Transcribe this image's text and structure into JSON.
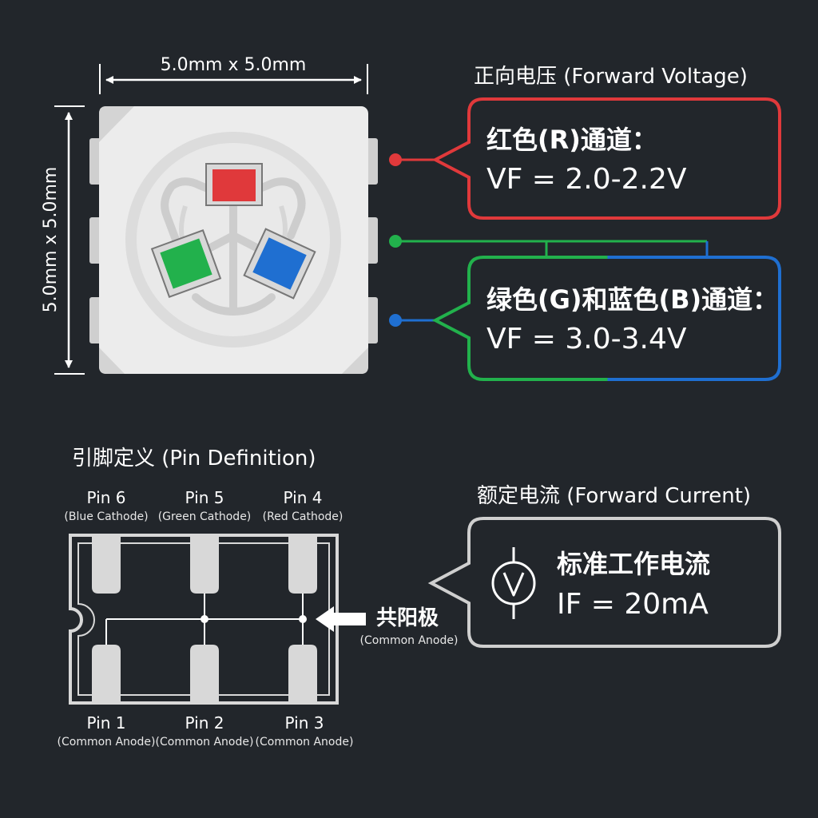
{
  "dimensions": {
    "width_label": "5.0mm x 5.0mm",
    "height_label": "5.0mm x 5.0mm"
  },
  "forward_voltage": {
    "title": "正向电压 (Forward Voltage)",
    "red": {
      "line1": "红色(R)通道：",
      "line2": "VF = 2.0-2.2V",
      "color": "#e0393b"
    },
    "green_blue": {
      "line1": "绿色(G)和蓝色(B)通道：",
      "line2": "VF = 3.0-3.4V",
      "green_color": "#22b14c",
      "blue_color": "#1f6fd1"
    }
  },
  "pin_definition": {
    "title": "引脚定义 (Pin Definition)",
    "top_pins": [
      {
        "name": "Pin 6",
        "desc": "(Blue Cathode)"
      },
      {
        "name": "Pin 5",
        "desc": "(Green Cathode)"
      },
      {
        "name": "Pin 4",
        "desc": "(Red Cathode)"
      }
    ],
    "bottom_pins": [
      {
        "name": "Pin 1",
        "desc": "(Common Anode)"
      },
      {
        "name": "Pin 2",
        "desc": "(Common Anode)"
      },
      {
        "name": "Pin 3",
        "desc": "(Common Anode)"
      }
    ],
    "common_anode_label": "共阳极",
    "common_anode_sub": "(Common Anode)"
  },
  "forward_current": {
    "title": "额定电流 (Forward Current)",
    "line1": "标准工作电流",
    "line2": "IF = 20mA",
    "icon": "voltmeter-icon"
  },
  "chip_colors": {
    "red": "#e0393b",
    "green": "#22b14c",
    "blue": "#1f6fd1"
  }
}
